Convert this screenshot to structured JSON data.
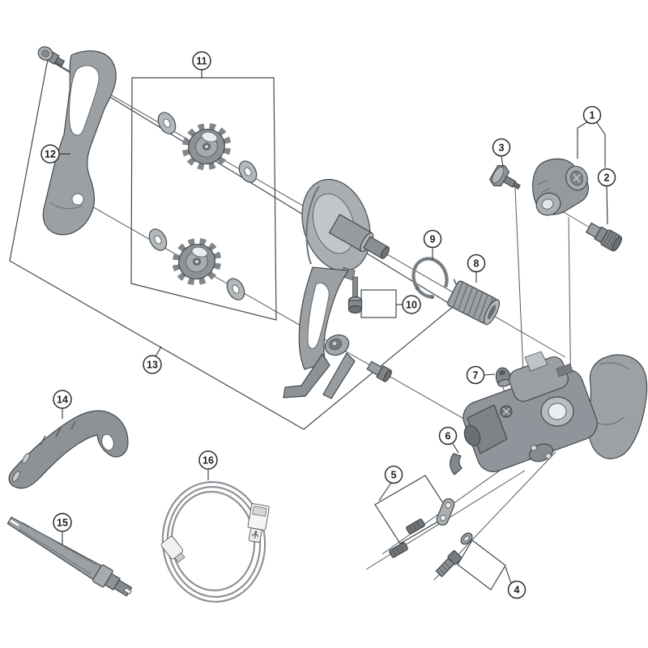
{
  "figure": {
    "kind": "exploded-parts-diagram",
    "subject": "rear-derailleur",
    "colors": {
      "background": "#ffffff",
      "outline": "#45494d",
      "part_mid": "#9aa0a4",
      "part_light": "#c2c6c8",
      "part_dark": "#757a7e",
      "callout_stroke": "#2b2e31"
    }
  },
  "callouts": [
    {
      "label": "1",
      "part": "bracket-axle-assembly"
    },
    {
      "label": "2",
      "part": "stopper-bolt"
    },
    {
      "label": "3",
      "part": "adjusting-bolt"
    },
    {
      "label": "4",
      "part": "mounting-bolt-group"
    },
    {
      "label": "5",
      "part": "set-screw-and-plate-group"
    },
    {
      "label": "6",
      "part": "skid-plate"
    },
    {
      "label": "7",
      "part": "end-cap"
    },
    {
      "label": "8",
      "part": "tension-spring"
    },
    {
      "label": "9",
      "part": "snap-ring"
    },
    {
      "label": "10",
      "part": "pulley-bolt-group"
    },
    {
      "label": "11",
      "part": "pulley-set"
    },
    {
      "label": "12",
      "part": "outer-plate"
    },
    {
      "label": "13",
      "part": "plate-assembly"
    },
    {
      "label": "14",
      "part": "support-bracket"
    },
    {
      "label": "15",
      "part": "plug-tool"
    },
    {
      "label": "16",
      "part": "charging-cable"
    }
  ]
}
